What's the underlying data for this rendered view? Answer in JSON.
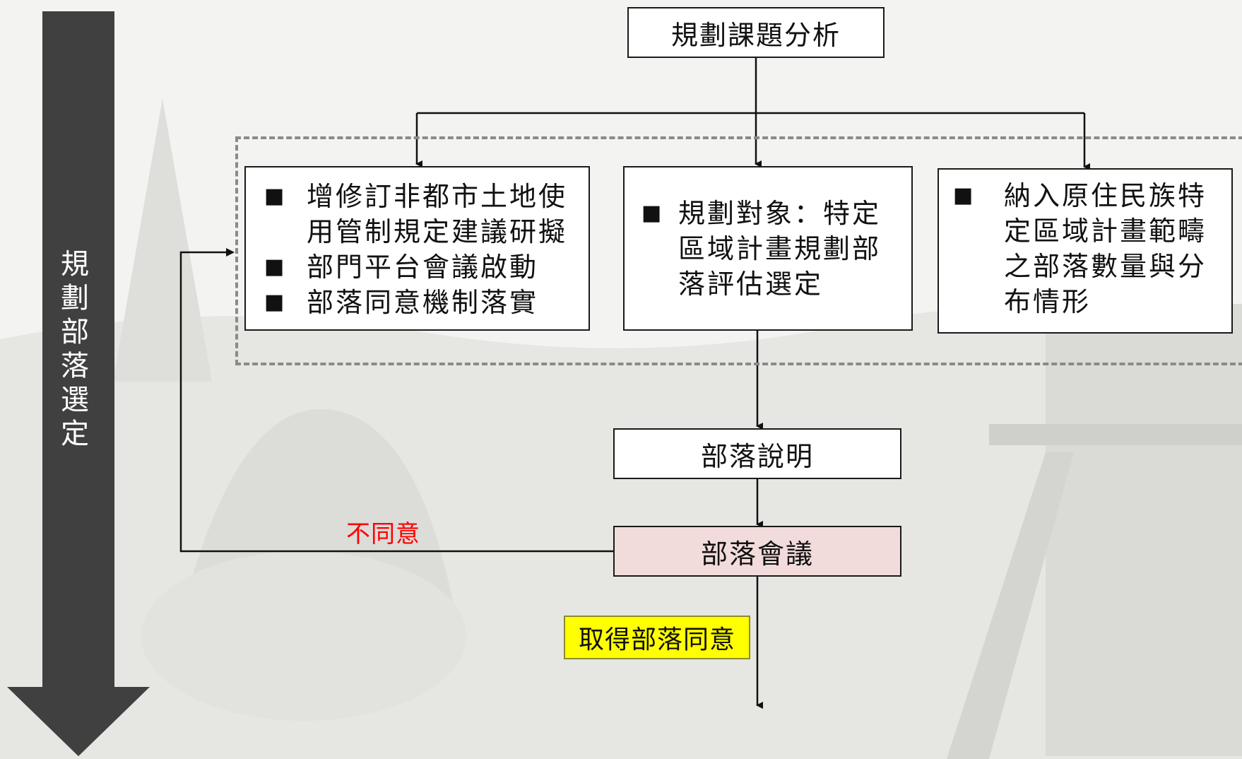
{
  "side_arrow": {
    "label": "規劃部落選定"
  },
  "top_box": {
    "label": "規劃課題分析"
  },
  "left_box": {
    "items": [
      "增修訂非都市土地使用管制規定建議研擬",
      "部門平台會議啟動",
      "部落同意機制落實"
    ]
  },
  "middle_box": {
    "items": [
      "規劃對象：特定區域計畫規劃部落評估選定"
    ]
  },
  "right_box": {
    "items": [
      "納入原住民族特定區域計畫範疇之部落數量與分布情形"
    ]
  },
  "bullet_symbol": "■",
  "briefing_box": {
    "label": "部落說明"
  },
  "meeting_box": {
    "label": "部落會議"
  },
  "disagree_label": "不同意",
  "consent_label": "取得部落同意",
  "colors": {
    "side_arrow": "#404040",
    "dashed_group": "#8a8a8a",
    "meeting_fill": "#f2dcdb",
    "consent_fill": "#ffff00",
    "disagree_text": "#ff0000"
  }
}
